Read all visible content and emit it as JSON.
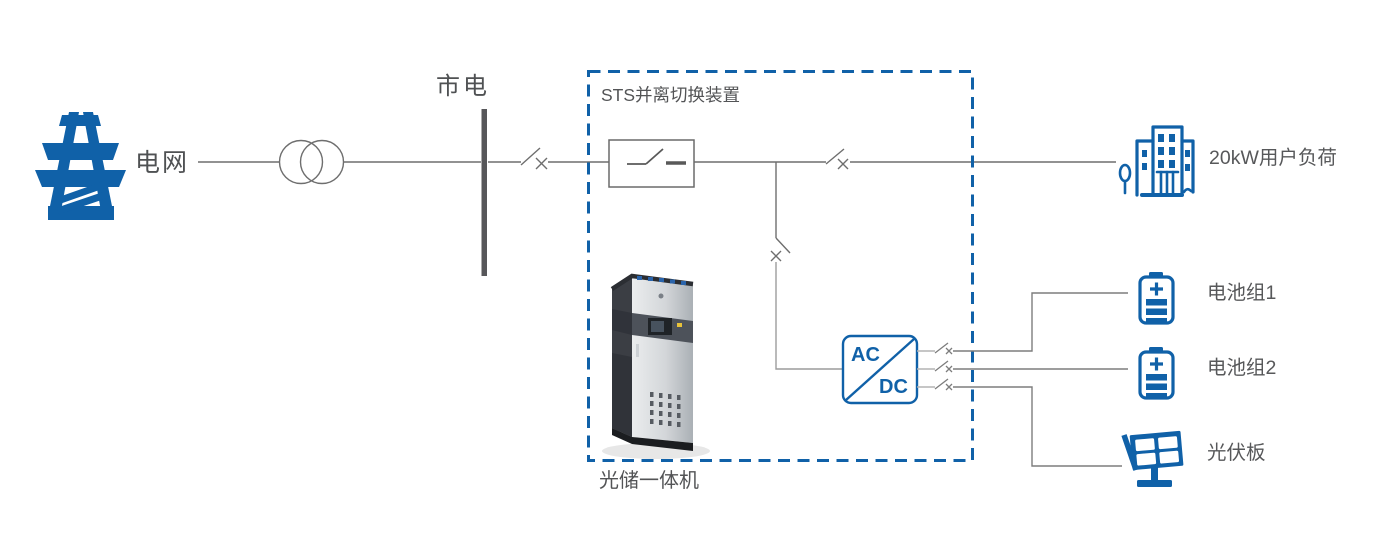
{
  "labels": {
    "grid": "电网",
    "mains": "市电",
    "sts_box": "STS并离切换装置",
    "cabinet": "光储一体机",
    "acdc_ac": "AC",
    "acdc_dc": "DC",
    "load": "20kW用户负荷",
    "battery1": "电池组1",
    "battery2": "电池组2",
    "pv": "光伏板"
  },
  "colors": {
    "accent_blue": "#1061a8",
    "wire_gray": "#6e6e6e",
    "wire_light_gray": "#b3b3b3",
    "busbar_gray": "#57575a",
    "label_gray": "#57585a",
    "background": "#ffffff"
  },
  "icons": {
    "grid": "transmission-tower-icon",
    "transformer": "transformer-coils-icon",
    "mains": "busbar-icon",
    "line_switches": "disconnect-switch-icon",
    "sts_switch": "transfer-switch-icon",
    "converter": "ac-dc-converter-icon",
    "load": "building-icon",
    "battery": "battery-icon",
    "pv": "solar-panel-icon",
    "cabinet": "storage-inverter-cabinet-image"
  }
}
